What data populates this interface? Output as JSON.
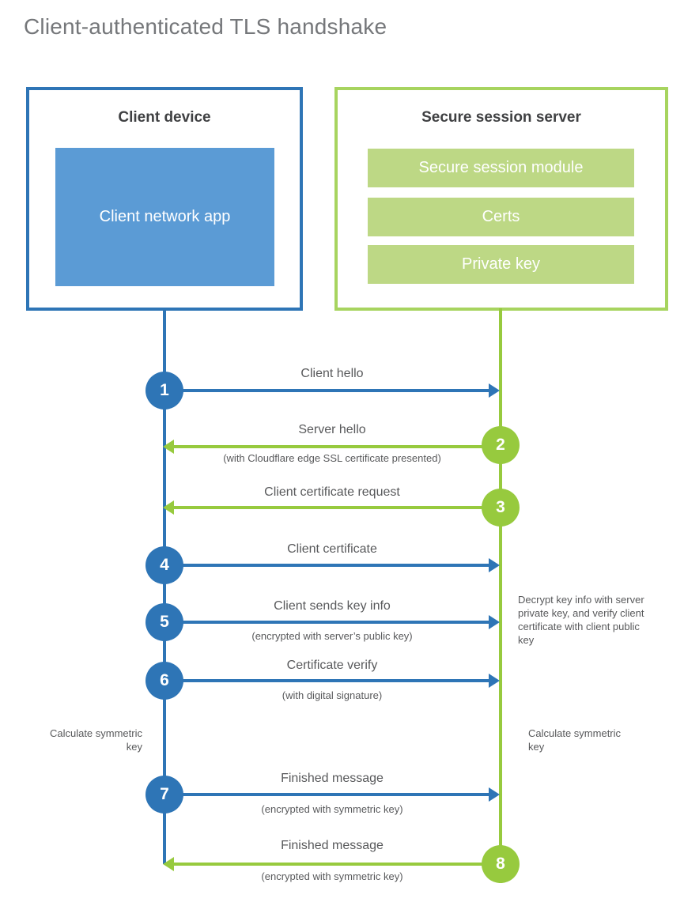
{
  "title": "Client-authenticated TLS handshake",
  "colors": {
    "blue": "#2E75B6",
    "blue_light": "#5B9BD5",
    "green": "#97CA3E",
    "green_border": "#A7D45F",
    "green_light": "#BDD885",
    "text_gray": "#58595B",
    "heading_gray": "#75777A"
  },
  "client_box": {
    "title": "Client device",
    "app_label": "Client network app"
  },
  "server_box": {
    "title": "Secure session server",
    "modules": {
      "module1": "Secure session module",
      "module2": "Certs",
      "module3": "Private key"
    }
  },
  "steps": {
    "s1": {
      "number": "1",
      "from": "client",
      "label": "Client hello",
      "sublabel": ""
    },
    "s2": {
      "number": "2",
      "from": "server",
      "label": "Server hello",
      "sublabel": "(with Cloudflare edge SSL certificate presented)"
    },
    "s3": {
      "number": "3",
      "from": "server",
      "label": "Client certificate request",
      "sublabel": ""
    },
    "s4": {
      "number": "4",
      "from": "client",
      "label": "Client certificate",
      "sublabel": ""
    },
    "s5": {
      "number": "5",
      "from": "client",
      "label": "Client sends key info",
      "sublabel": "(encrypted with server’s public key)"
    },
    "s6": {
      "number": "6",
      "from": "client",
      "label": "Certificate verify",
      "sublabel": "(with digital signature)"
    },
    "s7": {
      "number": "7",
      "from": "client",
      "label": "Finished message",
      "sublabel": "(encrypted with symmetric key)"
    },
    "s8": {
      "number": "8",
      "from": "server",
      "label": "Finished message",
      "sublabel": "(encrypted with symmetric key)"
    }
  },
  "annotations": {
    "decrypt_note": "Decrypt key info with server private key, and verify client certificate with client public key",
    "calc_left": "Calculate symmetric key",
    "calc_right": "Calculate symmetric key"
  }
}
